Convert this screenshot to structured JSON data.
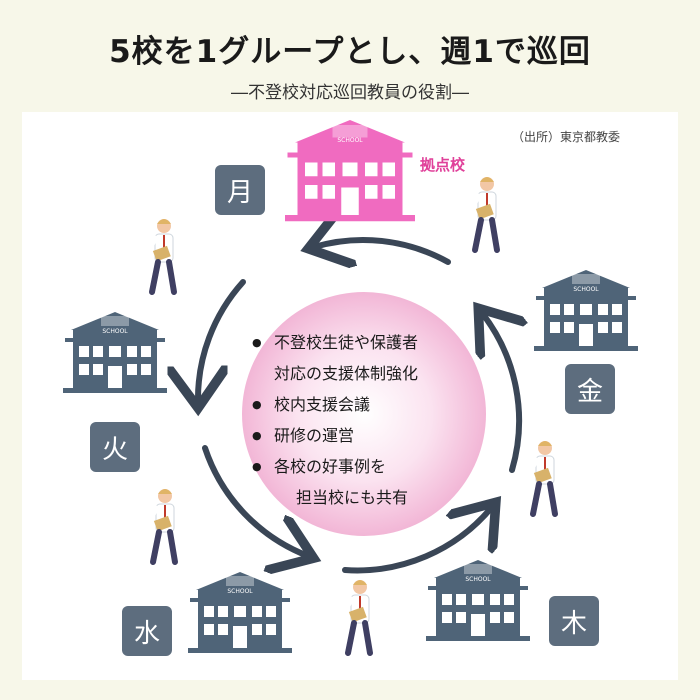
{
  "header": {
    "title": "5校を1グループとし、週1で巡回",
    "subtitle": "―不登校対応巡回教員の役割―"
  },
  "source": "（出所）東京都教委",
  "hub_label": "拠点校",
  "school_sign": "SCHOOL",
  "days": {
    "mon": "月",
    "tue": "火",
    "wed": "水",
    "thu": "木",
    "fri": "金"
  },
  "roles": [
    "不登校生徒や保護者",
    "対応の支援体制強化",
    "校内支援会議",
    "研修の運営",
    "各校の好事例を",
    "担当校にも共有"
  ],
  "colors": {
    "hub": "#f06bc0",
    "school": "#4f6478",
    "arrow": "#3a4656",
    "day_box": "#5d6d7e",
    "center_glow": "#f4c3de"
  }
}
